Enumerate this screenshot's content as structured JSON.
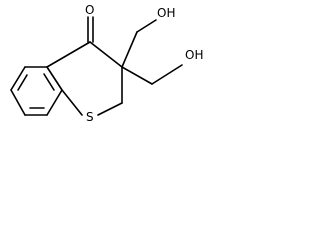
{
  "molecule": {
    "atoms": {
      "oxygen_carbonyl": "O",
      "hydroxyl_top": "OH",
      "hydroxyl_right": "OH",
      "sulfur": "S"
    }
  }
}
